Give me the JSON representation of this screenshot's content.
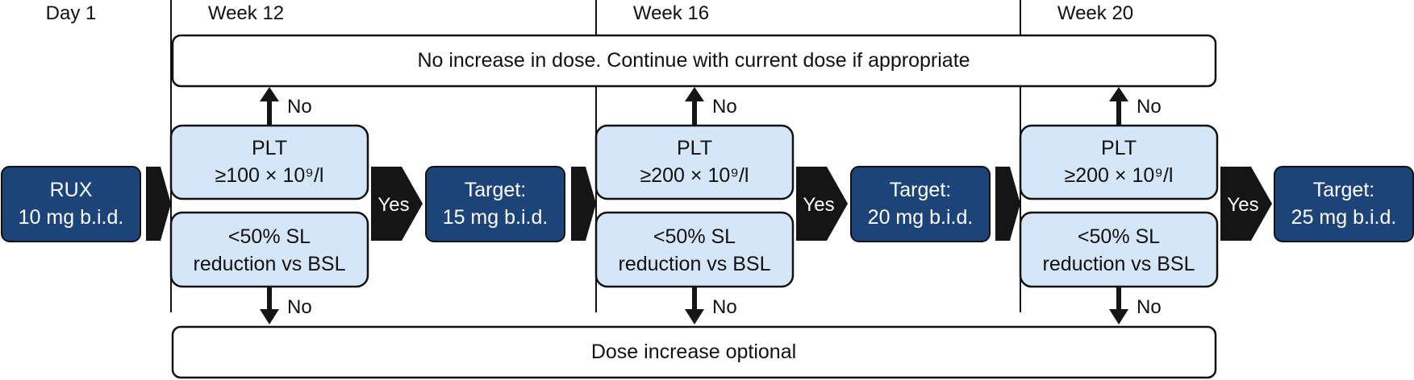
{
  "timeline": {
    "day_label": "Day 1",
    "weeks": [
      "Week 12",
      "Week 16",
      "Week 20"
    ]
  },
  "top_banner": "No increase in dose. Continue with current dose if appropriate",
  "bottom_banner": "Dose increase optional",
  "start_box": {
    "line1": "RUX",
    "line2": "10 mg b.i.d."
  },
  "stages": [
    {
      "plt_line1": "PLT",
      "plt_line2": "≥100 × 10⁹/l",
      "sl_line1": "<50% SL",
      "sl_line2": "reduction vs BSL",
      "no_up": "No",
      "no_down": "No",
      "yes": "Yes",
      "target_line1": "Target:",
      "target_line2": "15 mg b.i.d."
    },
    {
      "plt_line1": "PLT",
      "plt_line2": "≥200 × 10⁹/l",
      "sl_line1": "<50% SL",
      "sl_line2": "reduction vs BSL",
      "no_up": "No",
      "no_down": "No",
      "yes": "Yes",
      "target_line1": "Target:",
      "target_line2": "20 mg b.i.d."
    },
    {
      "plt_line1": "PLT",
      "plt_line2": "≥200 × 10⁹/l",
      "sl_line1": "<50% SL",
      "sl_line2": "reduction vs BSL",
      "no_up": "No",
      "no_down": "No",
      "yes": "Yes",
      "target_line1": "Target:",
      "target_line2": "25 mg b.i.d."
    }
  ],
  "colors": {
    "dark_box": "#1d4478",
    "light_box": "#d4e6f7",
    "stroke": "#111111",
    "chevron": "#151515",
    "white": "#ffffff"
  }
}
